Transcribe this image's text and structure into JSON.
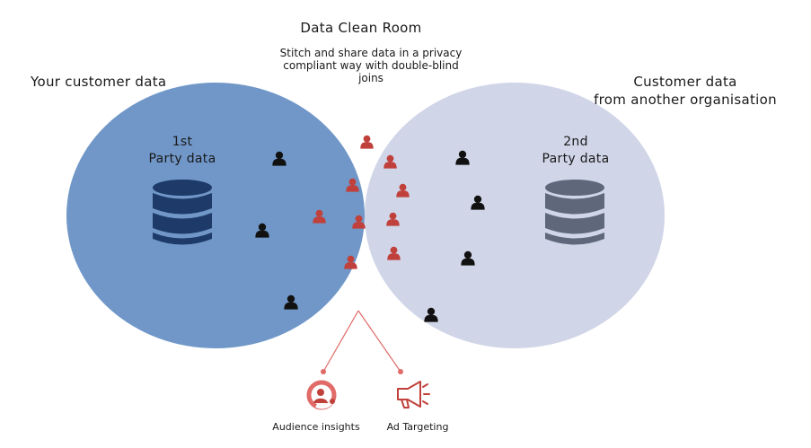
{
  "title": "Data Clean Room",
  "subtitle": [
    "Stitch and share data in a privacy",
    "compliant way with double-blind",
    "joins"
  ],
  "left_heading": "Your customer data",
  "right_heading": [
    "Customer data",
    "from another organisation"
  ],
  "first_party": [
    "1st",
    "Party data"
  ],
  "second_party": [
    "2nd",
    "Party data"
  ],
  "outputs": {
    "audience": "Audience insights",
    "targeting": "Ad Targeting"
  },
  "colors": {
    "left_circle": "#7097c8",
    "right_circle": "#d0d5e8",
    "overlap": "#94a9d5",
    "db_left": "#1d3a68",
    "db_right": "#5f687b",
    "person_shared": "#c0413b",
    "person_plain": "#111111",
    "accent_line": "#e06b68"
  },
  "icons": [
    "database-icon",
    "person-icon",
    "audience-insights-icon",
    "megaphone-icon"
  ]
}
